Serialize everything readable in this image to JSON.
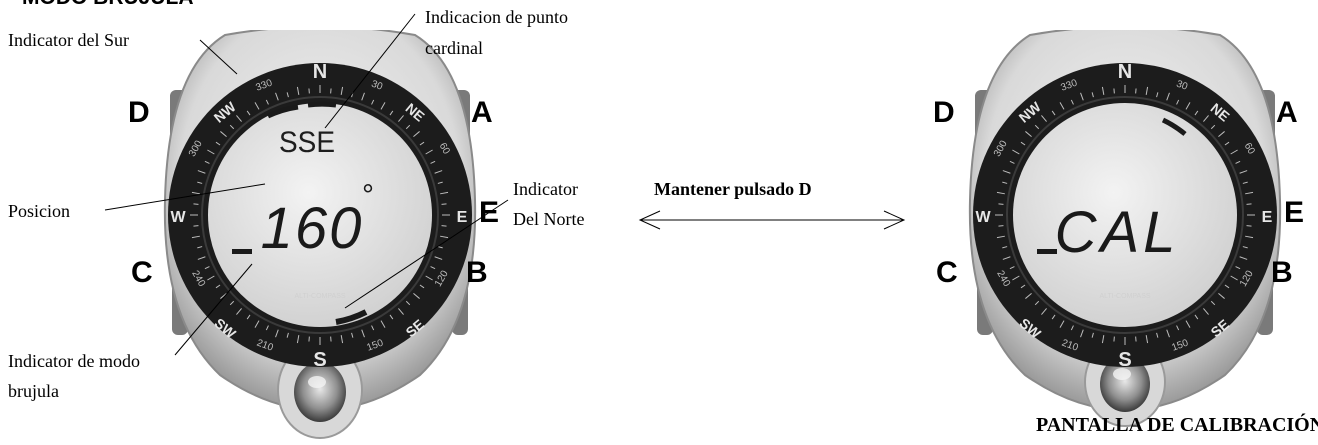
{
  "mode_title": "MODO BRUJULA",
  "labels": {
    "south_indicator": "Indicator del Sur",
    "cardinal_point_line1": "Indicacion de punto",
    "cardinal_point_line2": "cardinal",
    "position": "Posicion",
    "north_indicator_line1": "Indicator",
    "north_indicator_line2": "Del Norte",
    "compass_mode_line1": "Indicator de modo",
    "compass_mode_line2": "brujula"
  },
  "action": "Mantener pulsado D",
  "calibration_title": "PANTALLA DE CALIBRACIÓN",
  "buttons": {
    "a": "A",
    "b": "B",
    "c": "C",
    "d": "D",
    "e": "E"
  },
  "bezel": {
    "n": "N",
    "s": "S",
    "ne": "NE",
    "nw": "NW",
    "se": "SE",
    "sw": "SW",
    "e": "E",
    "w": "W",
    "deg_330": "330",
    "deg_300": "300",
    "deg_30": "30",
    "deg_60": "60",
    "deg_150": "150",
    "deg_210": "210",
    "deg_240": "240",
    "deg_120": "120"
  },
  "display_left": {
    "cardinal": "SSE",
    "value": "160",
    "degree": "°"
  },
  "display_right": {
    "text": "CAL"
  }
}
